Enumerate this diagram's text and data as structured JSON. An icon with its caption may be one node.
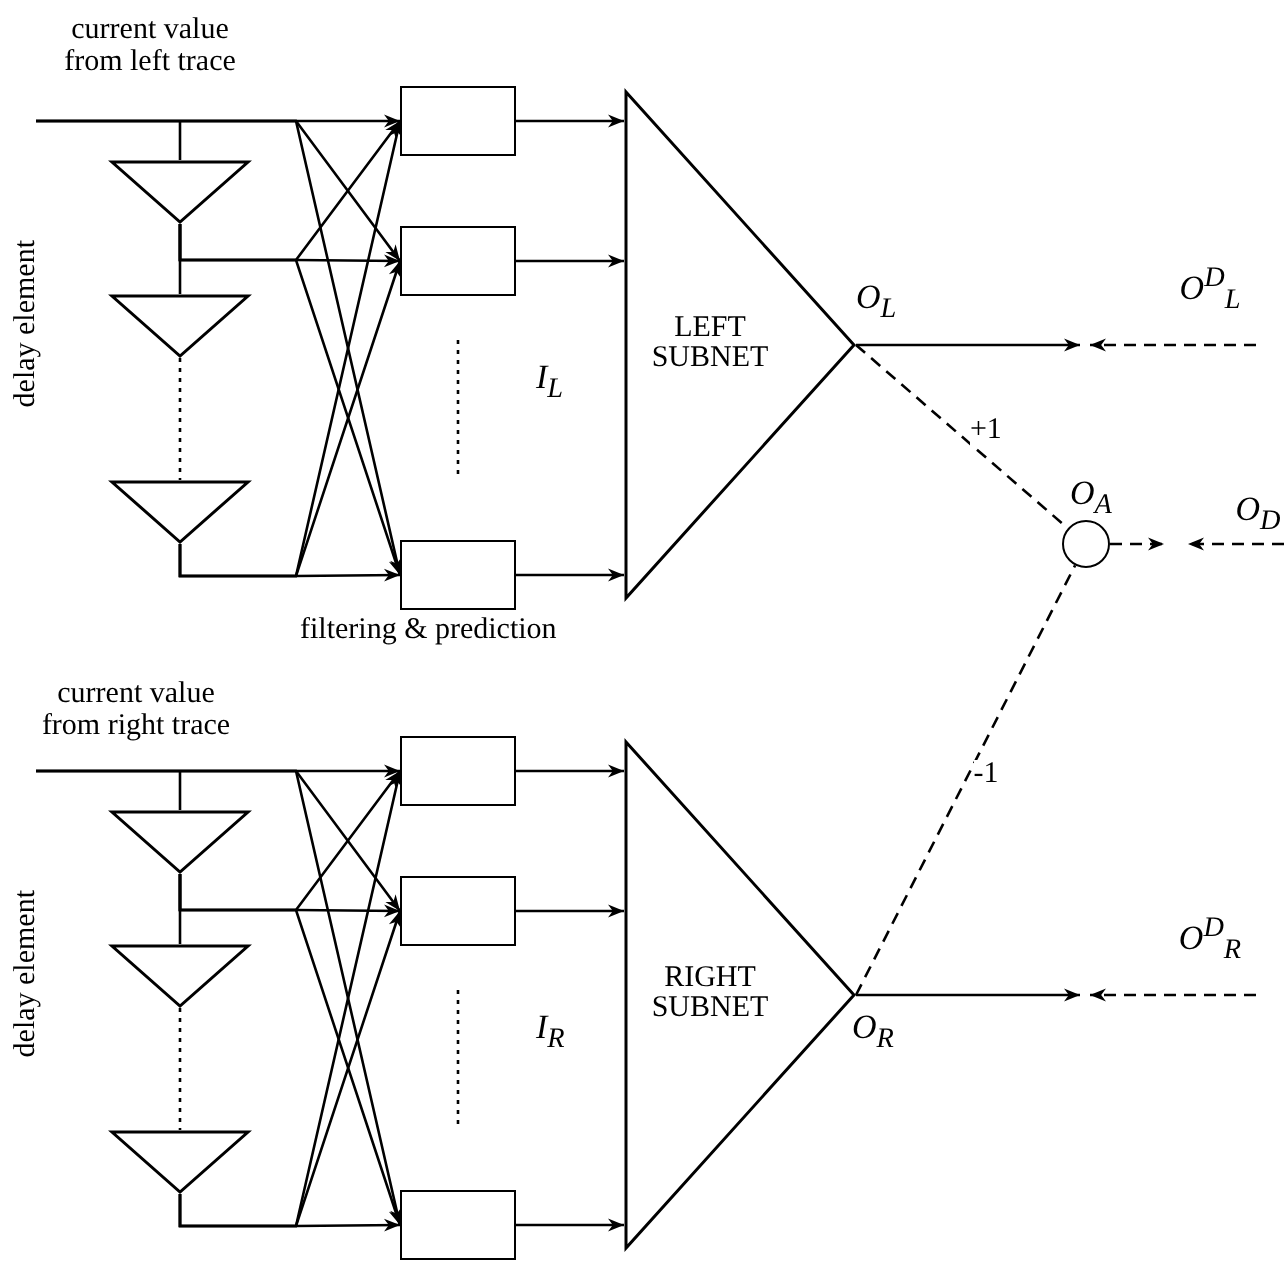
{
  "diagram": {
    "nodes": [
      {
        "text": [],
        "shape": "triangle"
      },
      {
        "text": [],
        "shape": "triangle"
      },
      {
        "text": [],
        "shape": "triangle"
      },
      {
        "text": [],
        "shape": "box"
      },
      {
        "text": [],
        "shape": "box"
      },
      {
        "text": [],
        "shape": "box"
      },
      {
        "text": [
          "LEFT SUBNET"
        ],
        "beside": [
          "O$_{L}$"
        ]
      },
      {
        "text": [
          "O$^{D}$$_{L}$"
        ]
      },
      {
        "text": [],
        "shape": "circle",
        "beside": [
          "O$_{A}$"
        ]
      },
      {
        "text": [
          "O$_{D}$"
        ]
      },
      {
        "text": [],
        "shape": "triangle"
      },
      {
        "text": [],
        "shape": "triangle"
      },
      {
        "text": [],
        "shape": "triangle"
      },
      {
        "text": [],
        "shape": "box"
      },
      {
        "text": [],
        "shape": "box"
      },
      {
        "text": [],
        "shape": "box"
      },
      {
        "text": [
          "RIGHT SUBNET"
        ],
        "beside": [
          "O$_{R}$"
        ]
      },
      {
        "text": [
          "O$^{D}$$_{R}$"
        ]
      }
    ],
    "edges": [
      {
        "from": null,
        "to": 0,
        "arrow": "none"
      },
      {
        "from": null,
        "to": 3,
        "arrow": "to"
      },
      {
        "from": null,
        "to": 4,
        "arrow": "to"
      },
      {
        "from": null,
        "to": 5,
        "arrow": "to"
      },
      {
        "from": 0,
        "to": 1,
        "arrow": "none"
      },
      {
        "from": 0,
        "to": 3,
        "arrow": "to"
      },
      {
        "from": 0,
        "to": 4,
        "arrow": "to"
      },
      {
        "from": 0,
        "to": 5,
        "arrow": "to"
      },
      {
        "from": 1,
        "to": 2,
        "arrow": "none",
        "style": "dashed"
      },
      {
        "from": 2,
        "to": 3,
        "arrow": "to"
      },
      {
        "from": 2,
        "to": 4,
        "arrow": "to"
      },
      {
        "from": 2,
        "to": 5,
        "arrow": "to"
      },
      {
        "from": 3,
        "to": 6,
        "arrow": "to"
      },
      {
        "from": 4,
        "to": 6,
        "arrow": "to"
      },
      {
        "from": 5,
        "to": 6,
        "arrow": "to"
      },
      {
        "from": 6,
        "to": null,
        "arrow": "to"
      },
      {
        "from": 7,
        "to": null,
        "arrow": "to",
        "style": "dashed"
      },
      {
        "from": 6,
        "to": 8,
        "arrow": "none",
        "style": "dashed",
        "label": "+1"
      },
      {
        "from": 8,
        "to": null,
        "arrow": "to",
        "style": "dashed"
      },
      {
        "from": 9,
        "to": null,
        "arrow": "to",
        "style": "dashed"
      },
      {
        "from": null,
        "to": 10,
        "arrow": "none"
      },
      {
        "from": null,
        "to": 13,
        "arrow": "to"
      },
      {
        "from": null,
        "to": 14,
        "arrow": "to"
      },
      {
        "from": null,
        "to": 15,
        "arrow": "to"
      },
      {
        "from": 10,
        "to": 11,
        "arrow": "none"
      },
      {
        "from": 10,
        "to": 13,
        "arrow": "to"
      },
      {
        "from": 10,
        "to": 14,
        "arrow": "to"
      },
      {
        "from": 10,
        "to": 15,
        "arrow": "to"
      },
      {
        "from": 11,
        "to": 12,
        "arrow": "none",
        "style": "dashed"
      },
      {
        "from": 12,
        "to": 13,
        "arrow": "to"
      },
      {
        "from": 12,
        "to": 14,
        "arrow": "to"
      },
      {
        "from": 12,
        "to": 15,
        "arrow": "to"
      },
      {
        "from": 13,
        "to": 16,
        "arrow": "to"
      },
      {
        "from": 14,
        "to": 16,
        "arrow": "to"
      },
      {
        "from": 15,
        "to": 16,
        "arrow": "to"
      },
      {
        "from": 16,
        "to": null,
        "arrow": "to"
      },
      {
        "from": 17,
        "to": null,
        "arrow": "to",
        "style": "dashed"
      },
      {
        "from": 16,
        "to": 8,
        "arrow": "none",
        "style": "dashed",
        "label": "-1"
      }
    ],
    "labels": [
      "current value from left trace",
      "delay element",
      "I$_{L}$",
      "filtering & prediction",
      "current value from right trace",
      "delay element",
      "I$_{R}$"
    ]
  }
}
